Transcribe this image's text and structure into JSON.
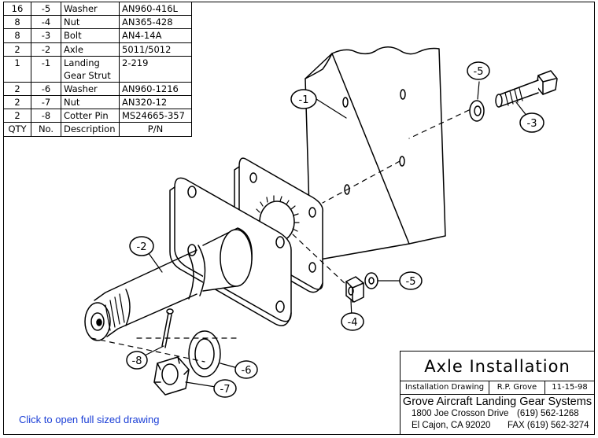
{
  "parts_list": {
    "rows": [
      {
        "qty": "16",
        "no": "-5",
        "desc": "Washer",
        "pn": "AN960-416L"
      },
      {
        "qty": "8",
        "no": "-4",
        "desc": "Nut",
        "pn": "AN365-428"
      },
      {
        "qty": "8",
        "no": "-3",
        "desc": "Bolt",
        "pn": "AN4-14A"
      },
      {
        "qty": "2",
        "no": "-2",
        "desc": "Axle",
        "pn": "5011/5012"
      },
      {
        "qty": "1",
        "no": "-1",
        "desc": "Landing",
        "desc2": "Gear Strut",
        "pn": "2-219"
      },
      {
        "qty": "2",
        "no": "-6",
        "desc": "Washer",
        "pn": "AN960-1216"
      },
      {
        "qty": "2",
        "no": "-7",
        "desc": "Nut",
        "pn": "AN320-12"
      },
      {
        "qty": "2",
        "no": "-8",
        "desc": "Cotter Pin",
        "pn": "MS24665-357"
      }
    ],
    "header": {
      "qty": "QTY",
      "no": "No.",
      "desc": "Description",
      "pn": "P/N"
    }
  },
  "callouts": {
    "c1": "-1",
    "c2": "-2",
    "c3": "-3",
    "c4": "-4",
    "c5a": "-5",
    "c5b": "-5",
    "c6": "-6",
    "c7": "-7",
    "c8": "-8"
  },
  "title_block": {
    "title": "Axle Installation",
    "drawing_type": "Installation Drawing",
    "drawn_by": "R.P. Grove",
    "date": "11-15-98",
    "company": "Grove Aircraft Landing Gear Systems",
    "address_line1": "1800 Joe Crosson Drive",
    "phone": "(619) 562-1268",
    "address_line2": "El Cajon, CA  92020",
    "fax": "FAX (619) 562-3274"
  },
  "link_text": "Click to open full sized drawing"
}
